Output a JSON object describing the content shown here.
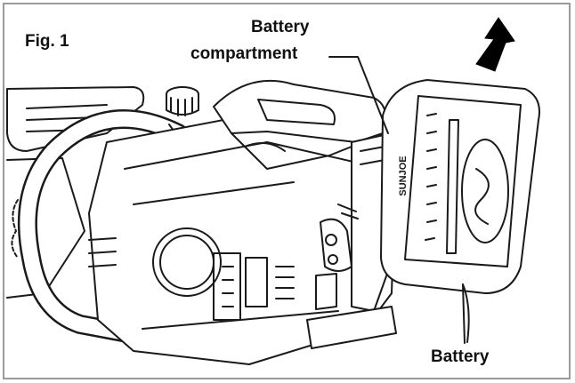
{
  "figure": {
    "fig_label": "Fig. 1",
    "callouts": {
      "battery_compartment_line1": "Battery",
      "battery_compartment_line2": "compartment",
      "battery": "Battery"
    },
    "battery_brand_text": "SUNJOE",
    "arrow_direction": "up-right",
    "colors": {
      "line": "#1a1a1a",
      "frame": "#9a9a9a",
      "background": "#ffffff",
      "arrow_fill": "#000000"
    }
  }
}
